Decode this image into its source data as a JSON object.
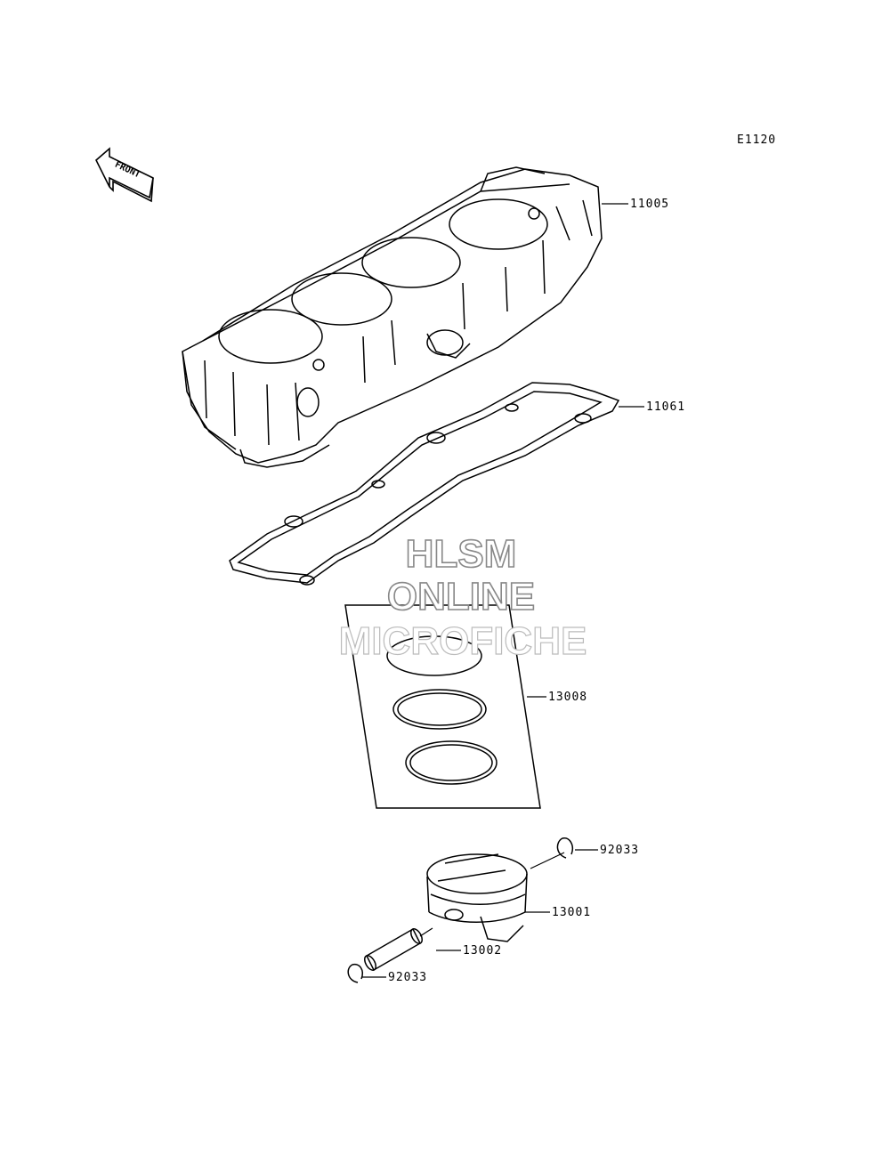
{
  "diagram_code": "E1120",
  "front_label": "FRONT",
  "parts": [
    {
      "number": "11005",
      "name": "cylinder-block"
    },
    {
      "number": "11061",
      "name": "cylinder-gasket"
    },
    {
      "number": "13008",
      "name": "piston-ring-set"
    },
    {
      "number": "92033",
      "name": "snap-ring-right"
    },
    {
      "number": "13001",
      "name": "piston"
    },
    {
      "number": "13002",
      "name": "piston-pin"
    },
    {
      "number": "92033",
      "name": "snap-ring-left"
    }
  ],
  "watermark": {
    "line1": "HLSM",
    "line2": "ONLINE",
    "line3": "MICROFICHE"
  }
}
